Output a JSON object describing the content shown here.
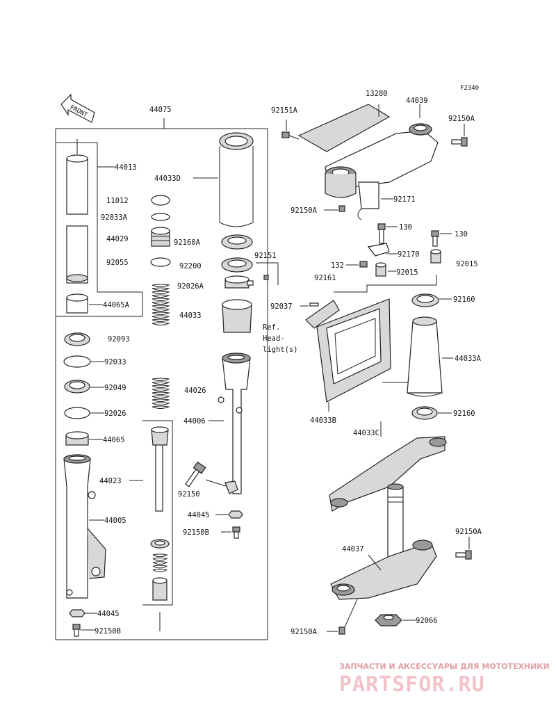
{
  "figure_code": "F2340",
  "front_marker": "FRONT",
  "reference_note": [
    "Ref.",
    "Head-",
    "light(s)"
  ],
  "part_numbers": {
    "p44075": "44075",
    "p44013": "44013",
    "p44033D": "44033D",
    "p11012": "11012",
    "p92033A": "92033A",
    "p44029": "44029",
    "p92160A": "92160A",
    "p92055": "92055",
    "p92200": "92200",
    "p92151": "92151",
    "p92026A": "92026A",
    "p44033": "44033",
    "p44065A": "44065A",
    "p92093": "92093",
    "p92033": "92033",
    "p92049": "92049",
    "p44026": "44026",
    "p92026": "92026",
    "p44006": "44006",
    "p44065": "44065",
    "p44023": "44023",
    "p92150": "92150",
    "p44005": "44005",
    "p44045_a": "44045",
    "p92150B_a": "92150B",
    "p44045_b": "44045",
    "p92150B_b": "92150B",
    "p13280": "13280",
    "p44039": "44039",
    "p92151A": "92151A",
    "p92150A_top": "92150A",
    "p92150A_mid": "92150A",
    "p92171": "92171",
    "p130_a": "130",
    "p130_b": "130",
    "p92170": "92170",
    "p132": "132",
    "p92015_a": "92015",
    "p92015_b": "92015",
    "p92161": "92161",
    "p92037": "92037",
    "p92160_a": "92160",
    "p44033A": "44033A",
    "p44033B": "44033B",
    "p92160_b": "92160",
    "p44033C": "44033C",
    "p44037": "44037",
    "p92150A_right": "92150A",
    "p92066": "92066",
    "p92150A_bottom": "92150A"
  },
  "watermark": {
    "subtitle": "ЗАПЧАСТИ И АКСЕССУАРЫ ДЛЯ МОТОТЕХНИКИ",
    "brand": "PARTSFOR.RU"
  }
}
